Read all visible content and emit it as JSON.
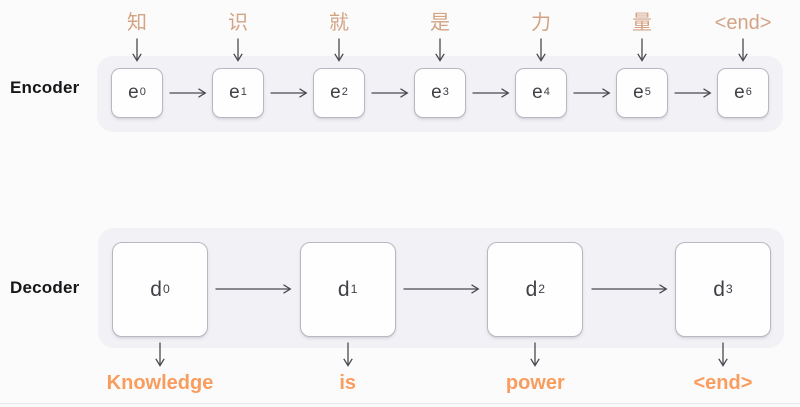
{
  "encoder": {
    "label": "Encoder",
    "inputs": [
      "知",
      "识",
      "就",
      "是",
      "力",
      "量",
      "<end>"
    ],
    "units": [
      {
        "base": "e",
        "sub": "0"
      },
      {
        "base": "e",
        "sub": "1"
      },
      {
        "base": "e",
        "sub": "2"
      },
      {
        "base": "e",
        "sub": "3"
      },
      {
        "base": "e",
        "sub": "4"
      },
      {
        "base": "e",
        "sub": "5"
      },
      {
        "base": "e",
        "sub": "6"
      }
    ]
  },
  "decoder": {
    "label": "Decoder",
    "units": [
      {
        "base": "d",
        "sub": "0"
      },
      {
        "base": "d",
        "sub": "1"
      },
      {
        "base": "d",
        "sub": "2"
      },
      {
        "base": "d",
        "sub": "3"
      }
    ],
    "outputs": [
      "Knowledge",
      "is",
      "power",
      "<end>"
    ]
  },
  "colors": {
    "input_token": "#D3A383",
    "output_token": "#F99D5F",
    "rail_background": "#F2F2F6",
    "node_border": "#B8B8C2",
    "arrow": "#4A4A50"
  }
}
